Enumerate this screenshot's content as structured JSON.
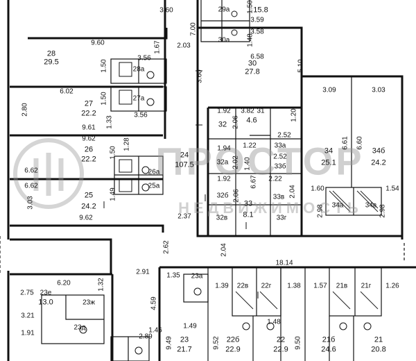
{
  "watermark": {
    "line1": "ПРОСТОР",
    "line2": "НЕДВИЖИМОСТЬ"
  },
  "labels": {
    "d_360": "3.60",
    "d_700": "7.00",
    "r29a_num": "29а",
    "r29a_dim": "1.50",
    "r29_area": "15.8",
    "d_359": "3.59",
    "d_358": "3.58",
    "r30a_num": "30а",
    "d_148": "1.48",
    "d_960a": "9.60",
    "d_356a": "3.56",
    "d_167": "1.67",
    "d_203": "2.03",
    "r28_num": "28",
    "r28_area": "29.5",
    "d_150a": "1.50",
    "r28a_num": "28а",
    "d_658": "6.58",
    "d_360b": "3.60",
    "r30_num": "30",
    "r30_area": "27.8",
    "d_510": "5.10",
    "d_309": "3.09",
    "d_303": "3.03",
    "d_602": "6.02",
    "r27_num": "27",
    "r27_area": "22.2",
    "d_150b": "1.50",
    "r27a_num": "27а",
    "d_280": "2.80",
    "d_356b": "3.56",
    "d_133": "1.33",
    "d_961": "9.61",
    "d_192a": "1.92",
    "r32_num": "32",
    "d_206a": "2.06",
    "d_382": "3.82",
    "r31_num": "31",
    "r31_area": "4.6",
    "d_120": "1.20",
    "d_252a": "2.52",
    "r33a_num": "33а",
    "d_122": "1.22",
    "d_962a": "9.62",
    "d_128": "1.28",
    "r26_num": "26",
    "r26_area": "22.2",
    "d_150c": "1.50",
    "r24_num": "24",
    "r24_area": "107.5",
    "d_194": "1.94",
    "r32a_num": "32а",
    "d_202": "2.02",
    "d_140": "1.40",
    "d_252b": "2.52",
    "r33b_num": "33б",
    "r34_num": "34",
    "r34_area": "25.1",
    "d_661": "6.61",
    "d_660": "6.60",
    "r34b_num": "34б",
    "r34b_area": "24.2",
    "d_662a": "6.62",
    "r26a_num": "26а",
    "d_662b": "6.62",
    "r25a_num": "25а",
    "d_192b": "1.92",
    "r32b_num": "32б",
    "d_206b": "2.06",
    "d_222": "2.22",
    "d_667": "6.67",
    "r33v_num": "33в",
    "d_204a": "2.04",
    "d_160": "1.60",
    "d_154": "1.54",
    "d_303b": "3.03",
    "r25_num": "25",
    "r25_area": "24.2",
    "d_149a": "1.49",
    "r33_num": "33",
    "r33_area": "8.1",
    "d_298a": "2.98",
    "r34a_num": "34а",
    "r34v_num": "34в",
    "d_298b": "2.98",
    "d_962b": "9.62",
    "d_237": "2.37",
    "r32v_num": "32в",
    "r33g_num": "33г",
    "d_262": "2.62",
    "d_204b": "2.04",
    "d_1814": "18.14",
    "d_291": "2.91",
    "d_620": "6.20",
    "d_135": "1.35",
    "r23a_num": "23а",
    "r22v_num": "22в",
    "r22g_num": "22г",
    "r21v_num": "21в",
    "r21g_num": "21г",
    "d_275": "2.75",
    "r23e_num": "23е",
    "r23e_area": "13.0",
    "d_132": "1.32",
    "d_139": "1.39",
    "d_138": "1.38",
    "d_157": "1.57",
    "d_126": "1.26",
    "r23zh_num": "23ж",
    "d_459": "4.59",
    "d_321": "3.21",
    "d_148b": "1.48",
    "d_191": "1.91",
    "r23d_num": "23д",
    "d_149b": "1.49",
    "d_146": "1.46",
    "d_289": "2.89",
    "d_949": "9.49",
    "r23_num": "23",
    "r23_area": "21.7",
    "d_952": "9.52",
    "r22b_num": "22б",
    "r22b_area": "22.9",
    "r22_num": "22",
    "r22_area": "22.9",
    "d_950": "9.50",
    "r21b_num": "21б",
    "r21b_area": "24.6",
    "r21_num": "21",
    "r21_area": "20.8"
  }
}
